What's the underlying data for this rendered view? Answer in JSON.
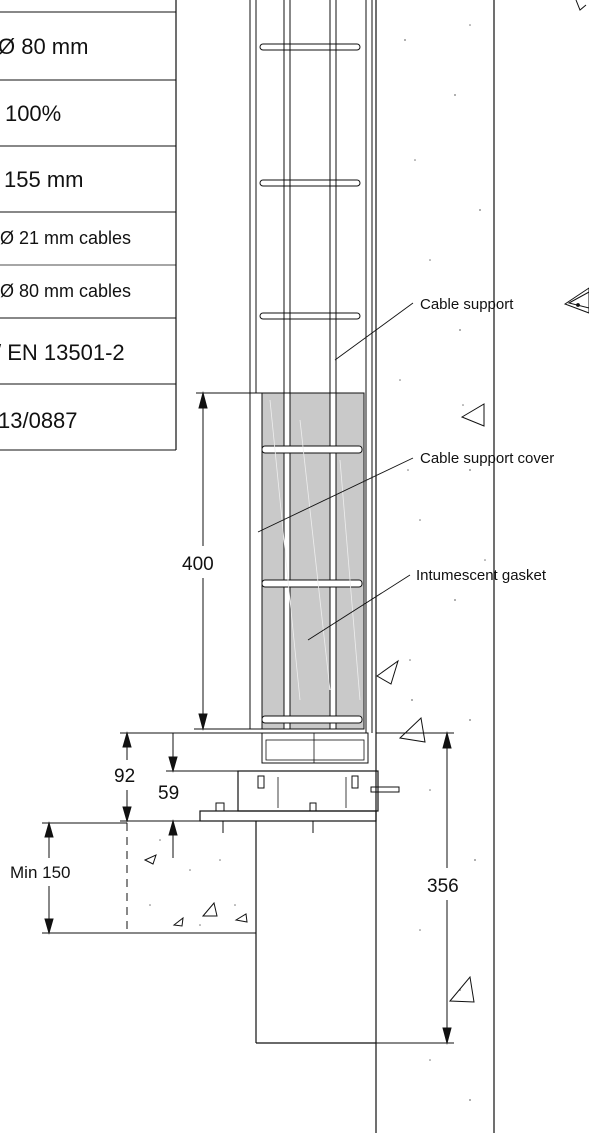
{
  "spec_table": {
    "rows": [
      "Ø 80 mm",
      "> 100%",
      "155 mm",
      "Ø 21 mm cables",
      "Ø 80 mm cables",
      "/ EN 13501-2",
      "13/0887"
    ]
  },
  "callouts": {
    "cable_support": "Cable support",
    "cable_support_cover": "Cable support cover",
    "intumescent_gasket": "Intumescent gasket"
  },
  "dimensions": {
    "cover_height": "400",
    "base_height": "92",
    "plate_offset": "59",
    "slab_thickness": "Min 150",
    "total_below": "356"
  }
}
